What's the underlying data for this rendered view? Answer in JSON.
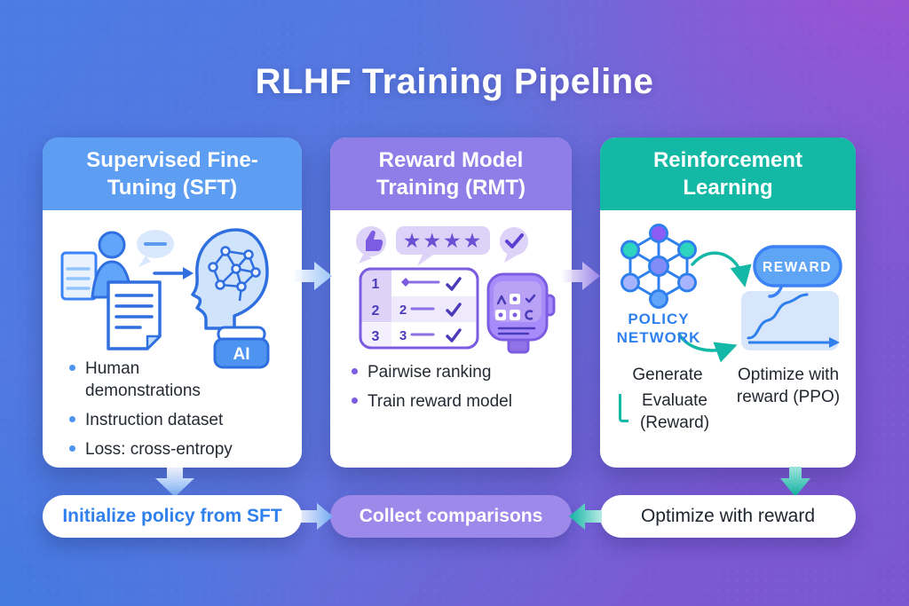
{
  "title": "RLHF Training Pipeline",
  "colors": {
    "background_blue": "#4a7ce4",
    "background_purple": "#9a52cc",
    "sft_header": "#5d9df2",
    "rmt_header": "#8f7de8",
    "rl_header": "#14b9a6",
    "accent_blue": "#2f80ed",
    "accent_purple": "#7c5ce0",
    "accent_teal": "#14b8a6",
    "collect_box": "#9d89ea"
  },
  "cards": {
    "sft": {
      "title": "Supervised Fine-Tuning (SFT)",
      "ai_label": "AI",
      "bullets": [
        "Human demonstrations",
        "Instruction dataset",
        "Loss: cross-entropy"
      ],
      "icons": [
        "person-with-documents-icon",
        "speech-bubble-icon",
        "arrow-right-icon",
        "head-neural-network-icon",
        "ai-stack-icon"
      ]
    },
    "rmt": {
      "title": "Reward Model Training (RMT)",
      "stars": "★★★★",
      "ranking": {
        "rows": [
          {
            "rank": "1",
            "item": ""
          },
          {
            "rank": "2",
            "item": "2"
          },
          {
            "rank": "3",
            "item": "3"
          }
        ]
      },
      "bullets": [
        "Pairwise ranking",
        "Train reward model"
      ],
      "icons": [
        "thumbs-up-bubble-icon",
        "star-rating-bubble-icon",
        "check-bubble-icon",
        "ranking-list-icon",
        "robot-head-icon"
      ]
    },
    "rl": {
      "title": "Reinforcement Learning",
      "policy_label_line1": "POLICY",
      "policy_label_line2": "NETWORK",
      "reward_label": "REWARD",
      "steps": {
        "generate": "Generate",
        "evaluate": "Evaluate (Reward)",
        "optimize": "Optimize with reward (PPO)"
      },
      "icons": [
        "policy-network-icon",
        "reward-bubble-icon",
        "reward-chart-icon",
        "curved-arrow-icon"
      ]
    }
  },
  "flow_boxes": {
    "initialize": "Initialize policy from SFT",
    "collect": "Collect comparisons",
    "optimize": "Optimize with reward"
  }
}
